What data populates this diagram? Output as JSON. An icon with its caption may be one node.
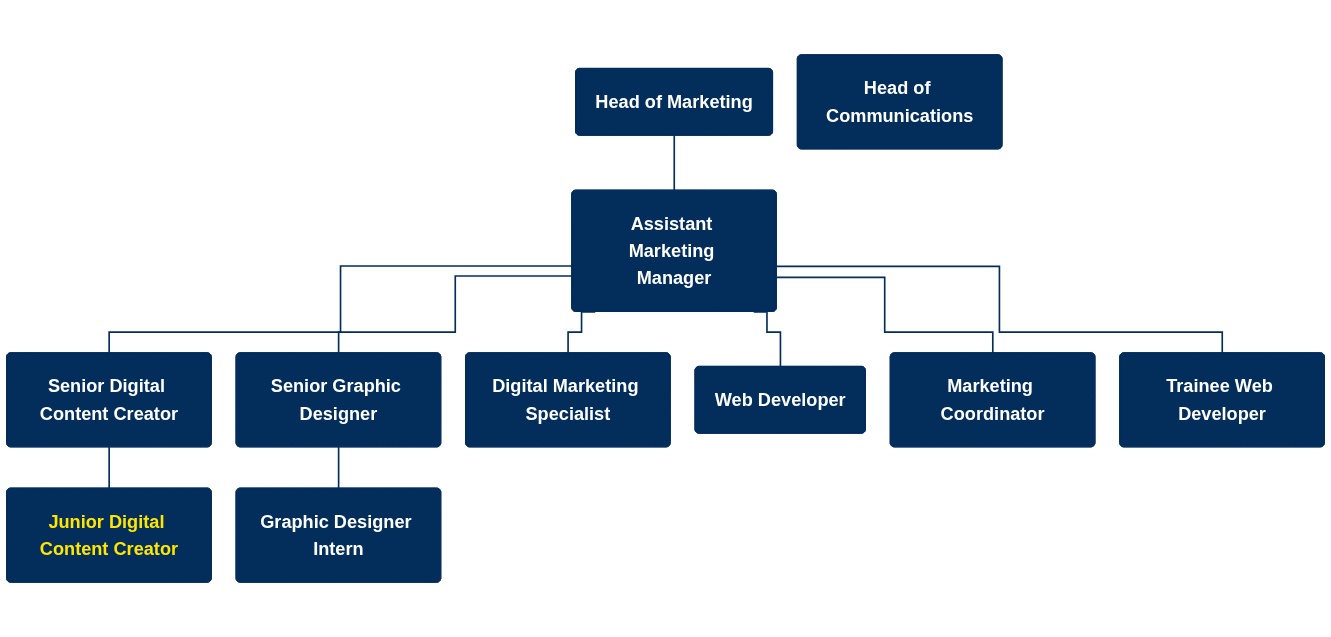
{
  "diagram": {
    "nodes": [
      {
        "text": [
          "Head of Marketing"
        ]
      },
      {
        "text": [
          "Head of Communications"
        ]
      },
      {
        "text": [
          "Assistant Marketing Manager"
        ]
      },
      {
        "text": [
          "Senior Digital Content Creator"
        ]
      },
      {
        "text": [
          "Senior Graphic Designer"
        ]
      },
      {
        "text": [
          "Digital Marketing Specialist"
        ]
      },
      {
        "text": [
          "Web Developer"
        ]
      },
      {
        "text": [
          "Marketing Coordinator"
        ]
      },
      {
        "text": [
          "Trainee Web Developer"
        ]
      },
      {
        "text": [
          "Junior Digital Content Creator"
        ]
      },
      {
        "text": [
          "Graphic Designer Intern"
        ]
      }
    ],
    "edges": [
      {
        "from": 0,
        "to": 2,
        "arrow": "none"
      },
      {
        "from": 2,
        "to": 3,
        "arrow": "none"
      },
      {
        "from": 2,
        "to": 4,
        "arrow": "none"
      },
      {
        "from": 2,
        "to": 5,
        "arrow": "none"
      },
      {
        "from": 2,
        "to": 6,
        "arrow": "none"
      },
      {
        "from": 2,
        "to": 7,
        "arrow": "none"
      },
      {
        "from": 2,
        "to": 8,
        "arrow": "none"
      },
      {
        "from": 3,
        "to": 9,
        "arrow": "none"
      },
      {
        "from": 4,
        "to": 10,
        "arrow": "none"
      }
    ]
  }
}
